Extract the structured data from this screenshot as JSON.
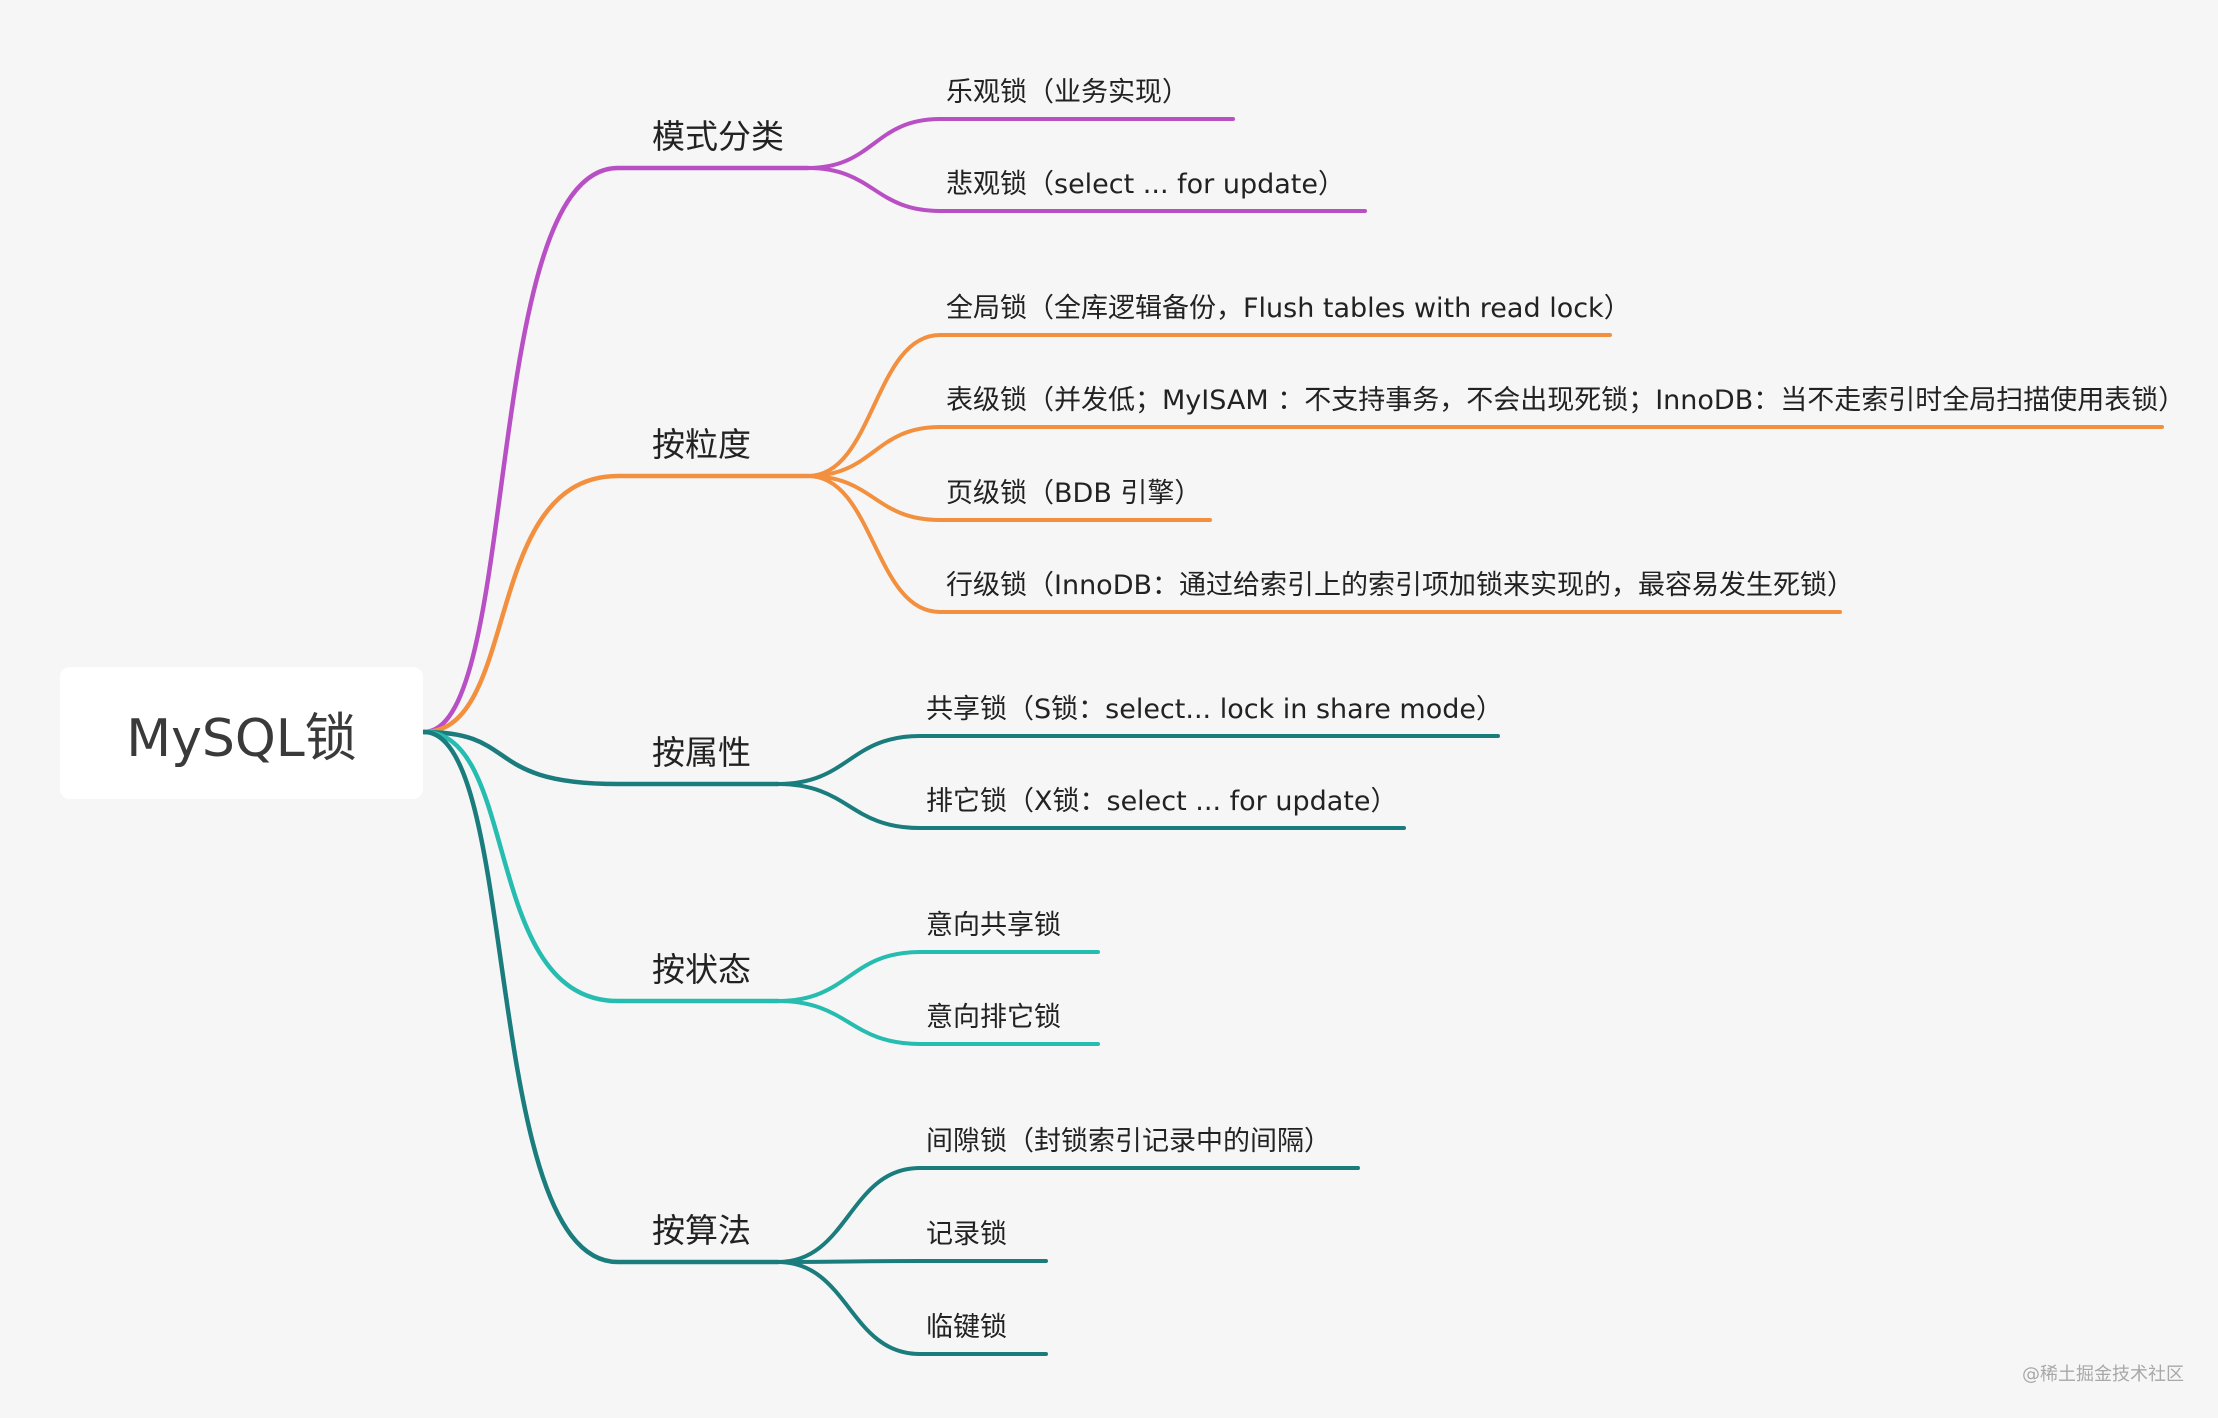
{
  "root": {
    "label": "MySQL锁"
  },
  "colors": {
    "magenta": "#b94fc4",
    "orange": "#f2903f",
    "teal_dark": "#1a7c7c",
    "teal_light": "#26bcb0"
  },
  "branches": [
    {
      "label": "模式分类",
      "color": "#b94fc4",
      "children": [
        "乐观锁（业务实现）",
        "悲观锁（select ... for update）"
      ]
    },
    {
      "label": "按粒度",
      "color": "#f2903f",
      "children": [
        "全局锁（全库逻辑备份，Flush tables with read lock）",
        "表级锁（并发低；MyISAM ：不支持事务，不会出现死锁；InnoDB：当不走索引时全局扫描使用表锁）",
        "页级锁（BDB 引擎）",
        "行级锁（InnoDB：通过给索引上的索引项加锁来实现的，最容易发生死锁）"
      ]
    },
    {
      "label": "按属性",
      "color": "#1a7c7c",
      "children": [
        "共享锁（S锁：select... lock in share mode）",
        "排它锁（X锁：select ... for update）"
      ]
    },
    {
      "label": "按状态",
      "color": "#26bcb0",
      "children": [
        "意向共享锁",
        "意向排它锁"
      ]
    },
    {
      "label": "按算法",
      "color": "#1a7c7c",
      "children": [
        "间隙锁（封锁索引记录中的间隔）",
        "记录锁",
        "临键锁"
      ]
    }
  ],
  "watermark": "@稀土掘金技术社区"
}
